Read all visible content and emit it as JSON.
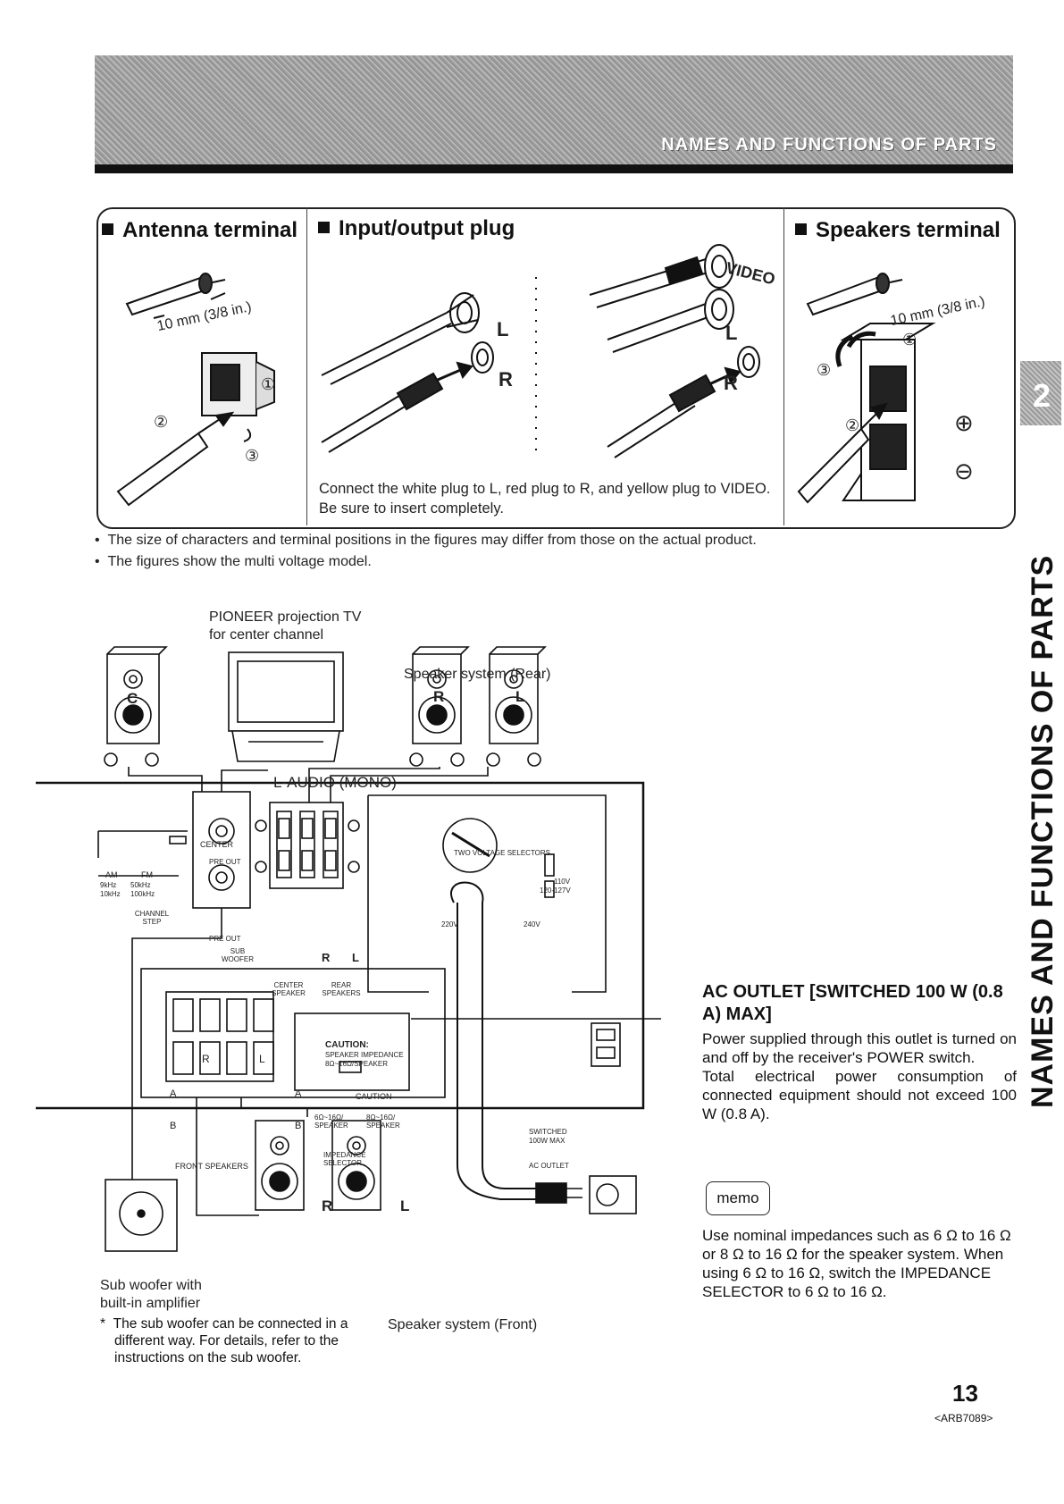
{
  "header": {
    "title": "NAMES AND FUNCTIONS OF PARTS"
  },
  "sections": {
    "antenna": {
      "title": "Antenna terminal",
      "measure": "10 mm (3/8 in.)",
      "steps": [
        "①",
        "②",
        "③"
      ]
    },
    "io": {
      "title": "Input/output plug",
      "plug_l": "L",
      "plug_r": "R",
      "plug_video": "VIDEO",
      "caption": "Connect the white plug to L, red plug to R, and yellow plug to VIDEO. Be sure to insert completely."
    },
    "speakers": {
      "title": "Speakers terminal",
      "measure": "10 mm (3/8 in.)",
      "steps": [
        "①",
        "②",
        "③"
      ],
      "plus": "⊕",
      "minus": "⊖"
    }
  },
  "notes": [
    "The size of characters and terminal positions in the figures may differ from those on the actual product.",
    "The figures show the multi voltage model."
  ],
  "diagram": {
    "tv_label_1": "PIONEER projection TV",
    "tv_label_2": "for center channel",
    "center_speaker": "C",
    "rear_heading": "Speaker system (Rear)",
    "rear_r": "R",
    "rear_l": "L",
    "audio_mono": "L-AUDIO (MONO)",
    "panel": {
      "center": "CENTER",
      "pre_out": "PRE OUT",
      "sub_woofer": "SUB WOOFER",
      "am": "AM",
      "fm": "FM",
      "am_9k": "9kHz",
      "fm_50k": "50kHz",
      "am_10k": "10kHz",
      "fm_100k": "100kHz",
      "channel_step": "CHANNEL STEP",
      "center_speaker": "CENTER SPEAKER",
      "rear_speakers": "REAR SPEAKERS",
      "r": "R",
      "l": "L",
      "two_voltage": "TWO VOLTAGE SELECTORS",
      "v110": "110V",
      "v120": "120-127V",
      "v220": "220V",
      "v240": "240V",
      "caution": "CAUTION:",
      "caution_line1": "SPEAKER IMPEDANCE",
      "caution_line2": "8Ω~16Ω/SPEAKER",
      "caution2": "CAUTION",
      "imp_left": "6Ω~16Ω/ SPEAKER",
      "imp_right": "8Ω~16Ω/ SPEAKER",
      "impedance_selector": "IMPEDANCE SELECTOR",
      "switched": "SWITCHED",
      "switched_max": "100W MAX",
      "ac_outlet": "AC OUTLET",
      "front_speakers": "FRONT SPEAKERS",
      "front_r": "R",
      "front_l": "L",
      "a": "A",
      "b": "B"
    },
    "front_r": "R",
    "front_l": "L",
    "front_heading": "Speaker system (Front)",
    "sub_label_1": "Sub woofer with",
    "sub_label_2": "built-in amplifier",
    "sub_note": "The sub woofer can be connected in a different way. For details, refer to the instructions on the sub woofer."
  },
  "ac_outlet": {
    "title": "AC OUTLET [SWITCHED 100 W (0.8 A) MAX]",
    "body_1": "Power supplied through this outlet is turned on and off by the receiver's POWER switch.",
    "body_2": "Total electrical power consumption of connected equipment should not exceed 100 W (0.8 A)."
  },
  "memo": {
    "label": "memo",
    "body": "Use nominal impedances such as 6 Ω to 16 Ω or 8 Ω to 16 Ω for the speaker system. When using 6 Ω to 16 Ω, switch the IMPEDANCE SELECTOR to 6 Ω to 16 Ω."
  },
  "side_tab": {
    "number": "2",
    "text": "NAMES AND FUNCTIONS OF PARTS"
  },
  "footer": {
    "page": "13",
    "code": "<ARB7089>"
  }
}
